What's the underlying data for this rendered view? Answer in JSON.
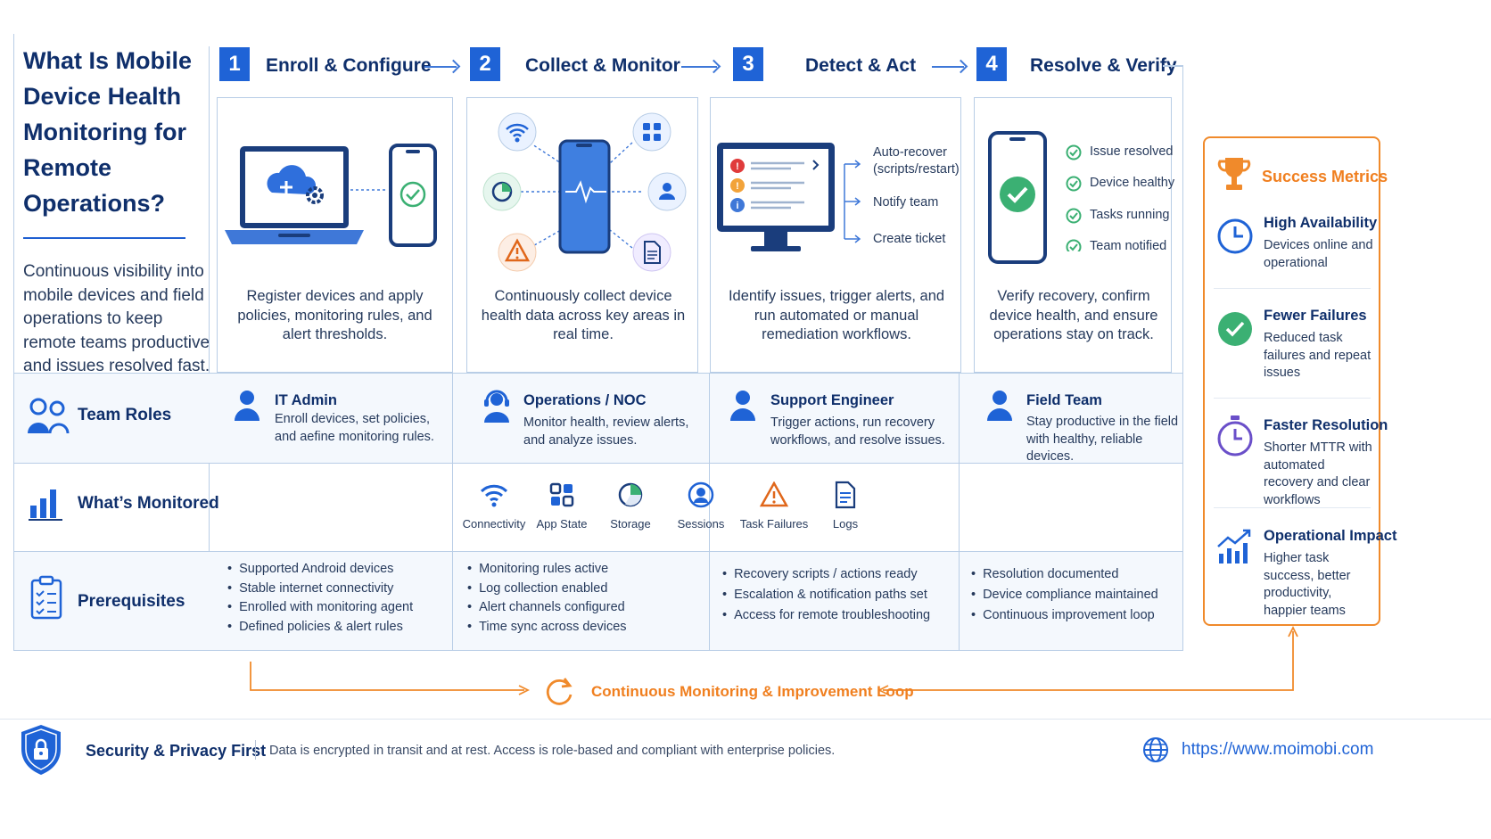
{
  "header": {
    "title": "What Is Mobile Device Health Monitoring for Remote Operations?",
    "intro": "Continuous visibility into mobile devices and field operations to keep remote teams productive and issues resolved fast."
  },
  "steps": [
    {
      "number": "1",
      "title": "Enroll & Configure",
      "description": "Register devices and apply policies, monitoring rules, and alert thresholds."
    },
    {
      "number": "2",
      "title": "Collect & Monitor",
      "description": "Continuously collect device health data across key areas in real time."
    },
    {
      "number": "3",
      "title": "Detect & Act",
      "description": "Identify issues, trigger alerts, and run automated or manual remediation workflows.",
      "actions": [
        "Auto-recover (scripts/restart)",
        "Notify team",
        "Create ticket"
      ]
    },
    {
      "number": "4",
      "title": "Resolve & Verify",
      "description": "Verify recovery, confirm device health, and ensure operations stay on track.",
      "checks": [
        "Issue resolved",
        "Device healthy",
        "Tasks running",
        "Team notified"
      ]
    }
  ],
  "rows": {
    "team_roles": {
      "label": "Team Roles",
      "roles": [
        {
          "name": "IT Admin",
          "description": "Enroll devices, set policies, and aefine monitoring rules."
        },
        {
          "name": "Operations / NOC",
          "description": "Monitor health, review alerts, and analyze issues."
        },
        {
          "name": "Support Engineer",
          "description": "Trigger actions, run recovery workflows, and resolve issues."
        },
        {
          "name": "Field Team",
          "description": "Stay productive in the field with healthy, reliable devices."
        }
      ]
    },
    "monitored": {
      "label": "What’s Monitored",
      "items": [
        {
          "label": "Connectivity",
          "icon": "wifi-icon"
        },
        {
          "label": "App State",
          "icon": "app-grid-icon"
        },
        {
          "label": "Storage",
          "icon": "storage-pie-icon"
        },
        {
          "label": "Sessions",
          "icon": "user-session-icon"
        },
        {
          "label": "Task Failures",
          "icon": "warning-icon"
        },
        {
          "label": "Logs",
          "icon": "log-file-icon"
        }
      ]
    },
    "prerequisites": {
      "label": "Prerequisites",
      "columns": [
        [
          "Supported Android devices",
          "Stable internet connectivity",
          "Enrolled with monitoring agent",
          "Defined policies & alert rules"
        ],
        [
          "Monitoring rules active",
          "Log collection enabled",
          "Alert channels configured",
          "Time sync across devices"
        ],
        [
          "Recovery scripts / actions ready",
          "Escalation & notification paths set",
          "Access for remote troubleshooting"
        ],
        [
          "Resolution documented",
          "Device compliance maintained",
          "Continuous improvement loop"
        ]
      ]
    }
  },
  "metrics": {
    "title": "Success Metrics",
    "items": [
      {
        "title": "High Availability",
        "description": "Devices online and operational",
        "icon": "clock-icon"
      },
      {
        "title": "Fewer Failures",
        "description": "Reduced task failures and repeat issues",
        "icon": "check-circle-icon"
      },
      {
        "title": "Faster Resolution",
        "description": "Shorter MTTR with automated recovery and clear workflows",
        "icon": "stopwatch-icon"
      },
      {
        "title": "Operational Impact",
        "description": "Higher task success, better productivity, happier teams",
        "icon": "growth-chart-icon"
      }
    ]
  },
  "loop": {
    "label": "Continuous Monitoring & Improvement Loop"
  },
  "footer": {
    "title": "Security & Privacy First",
    "description": "Data is encrypted in transit and at rest. Access is role-based and compliant with enterprise policies.",
    "url": "https://www.moimobi.com"
  },
  "colors": {
    "primary": "#1f63d6",
    "navy": "#0f2f6b",
    "accent": "#f08a2b",
    "success": "#3bb073",
    "danger": "#e03b3b",
    "warning": "#f2a33a",
    "purple": "#6a4fc9"
  }
}
